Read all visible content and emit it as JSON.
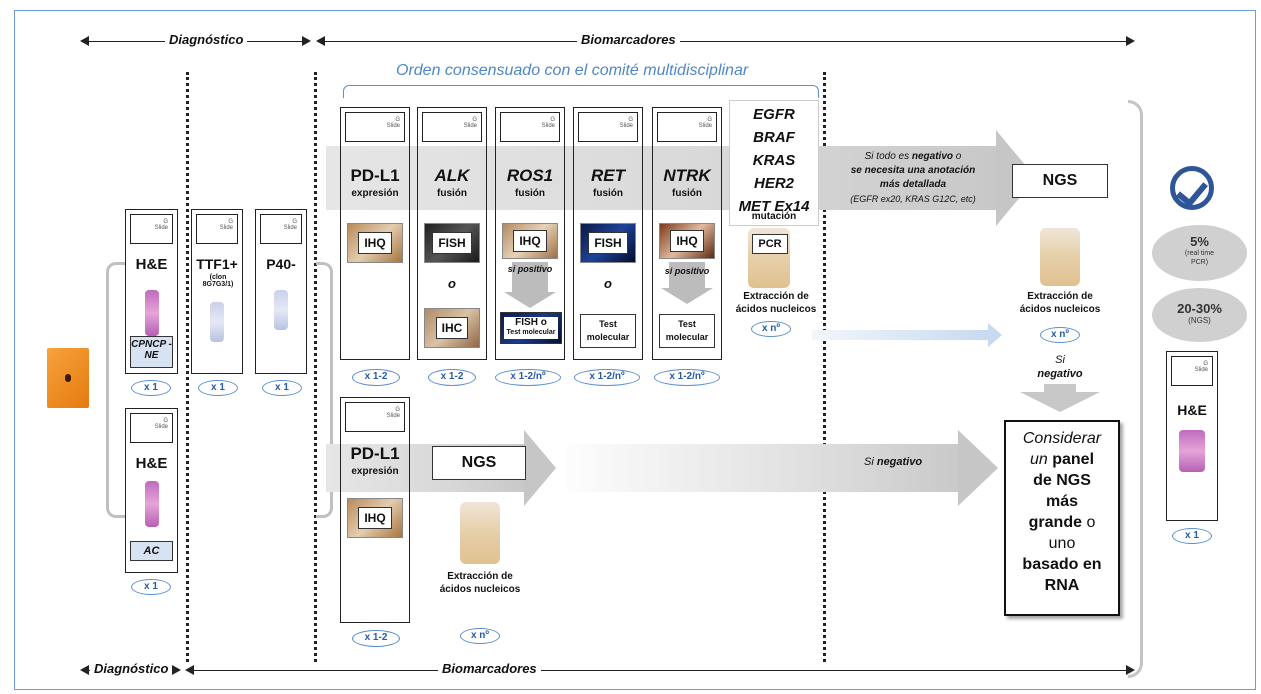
{
  "headers": {
    "top_diagnostico": "Diagnóstico",
    "top_biomarcadores": "Biomarcadores",
    "bottom_diagnostico": "Diagnóstico",
    "bottom_biomarcadores": "Biomarcadores",
    "orden": "Orden consensuado con el comité multidisciplinar"
  },
  "diagnostic_slides": {
    "he_top": {
      "title": "H&E",
      "tag": "CPNCP -NE",
      "count": "x 1"
    },
    "he_bottom": {
      "title": "H&E",
      "tag": "AC",
      "count": "x 1"
    },
    "ttf1": {
      "title": "TTF1+",
      "sub": "(clon 8G7G3/1)",
      "count": "x 1"
    },
    "p40": {
      "title": "P40-",
      "count": "x 1"
    }
  },
  "biomarkers": [
    {
      "name": "PD-L1",
      "sub": "expresión",
      "test": "IHQ",
      "count": "x 1-2"
    },
    {
      "name": "ALK",
      "sub": "fusión",
      "test": "FISH",
      "or": "o",
      "test2": "IHC",
      "count": "x 1-2"
    },
    {
      "name": "ROS1",
      "sub": "fusión",
      "test": "IHQ",
      "cond": "si positivo",
      "test2a": "FISH o",
      "test2b": "Test molecular",
      "count": "x 1-2/nº"
    },
    {
      "name": "RET",
      "sub": "fusión",
      "test": "FISH",
      "or": "o",
      "test2a": "Test",
      "test2b": "molecular",
      "count": "x 1-2/nº"
    },
    {
      "name": "NTRK",
      "sub": "fusión",
      "test": "IHQ",
      "cond": "si positivo",
      "test2a": "Test",
      "test2b": "molecular",
      "count": "x 1-2/nº"
    }
  ],
  "mutations": {
    "genes": [
      "EGFR",
      "BRAF",
      "KRAS",
      "HER2",
      "MET Ex14"
    ],
    "sub": "mutación",
    "test": "PCR",
    "extract": "Extracción de ácidos nucleicos",
    "count": "x nº"
  },
  "top_flow": {
    "line1_pre": "Si todo es ",
    "line1_bold": "negativo",
    "line1_post": " o",
    "line2": "se necesita una anotación",
    "line3": "más detallada",
    "line4": "(EGFR ex20, KRAS G12C, etc)",
    "ngs": "NGS",
    "extract": "Extracción de ácidos nucleicos",
    "count": "x nº",
    "si": "Si",
    "negativo": "negativo"
  },
  "bottom_flow": {
    "pdl1": "PD-L1",
    "pdl1_sub": "expresión",
    "test": "IHQ",
    "count": "x 1-2",
    "ngs": "NGS",
    "extract": "Extracción de ácidos nucleicos",
    "ngs_count": "x nº",
    "si": "Si ",
    "negativo": "negativo"
  },
  "consider": {
    "l1": "Considerar",
    "l2a": "un ",
    "l2b": "panel",
    "l3": "de NGS",
    "l4": "más",
    "l5a": "grande",
    "l5b": " o",
    "l6": "uno",
    "l7": "basado en",
    "l8": "RNA"
  },
  "right_panel": {
    "pct1": "5%",
    "pct1_sub": "(real time PCR)",
    "pct2": "20-30%",
    "pct2_sub": "(NGS)",
    "he": "H&E",
    "count": "x 1"
  },
  "colors": {
    "accent_blue": "#5b8fcf",
    "frame": "#6d9bd3",
    "orange": "#f28c1f",
    "grey_band": "#d8d8d8"
  }
}
